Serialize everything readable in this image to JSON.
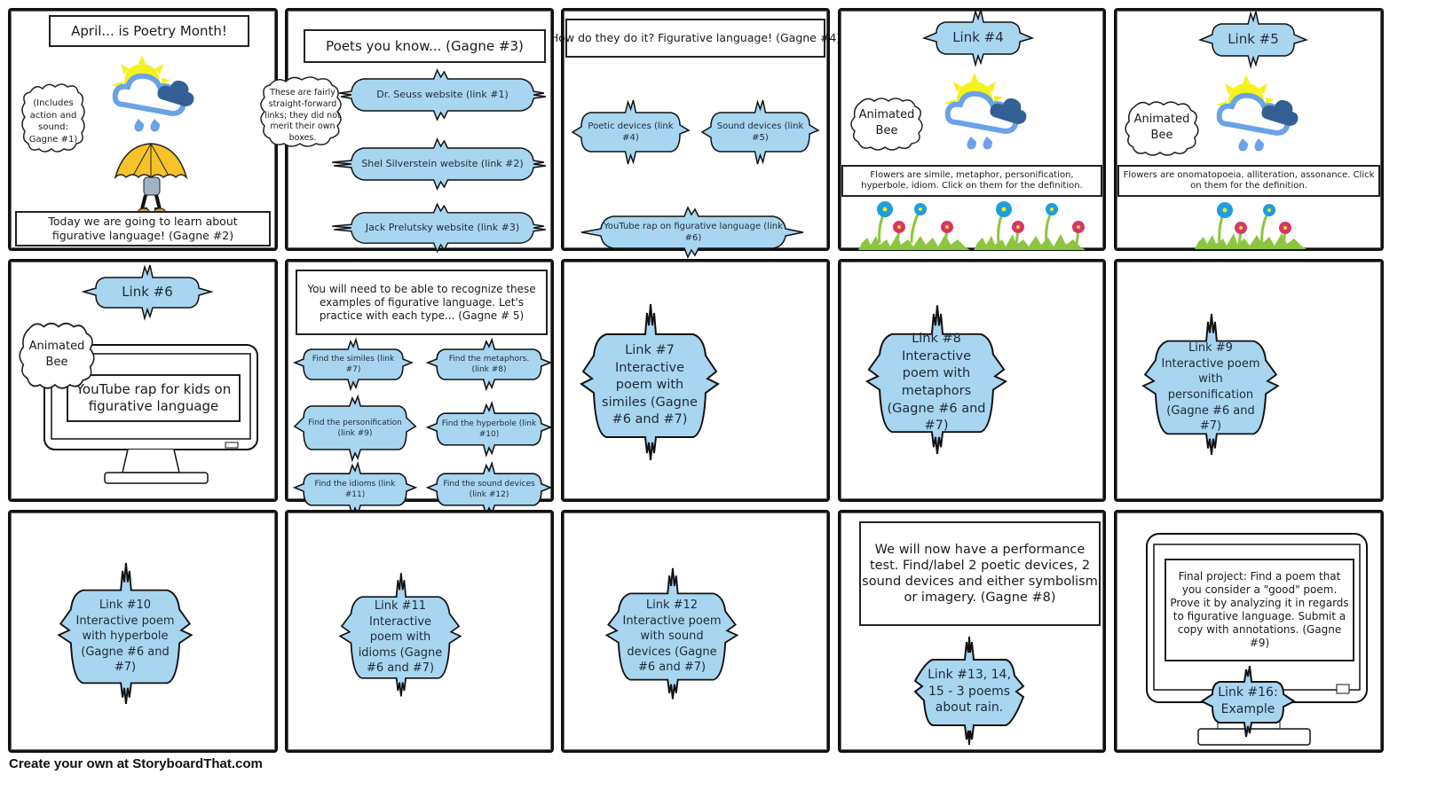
{
  "colors": {
    "burst_fill": "#a8d5f0",
    "burst_stroke": "#111111",
    "sun": "#f4f21a",
    "cloud_light": "#6aa2e8",
    "cloud_dark": "#345f95",
    "umbrella": "#f6c229",
    "flower_blue": "#1c9ee0",
    "flower_pink": "#d8356a",
    "grass": "#8cc63f"
  },
  "panels": [
    {
      "title": "April... is Poetry Month!",
      "thought": "(Includes action and sound: Gagne #1)",
      "caption": "Today we are going to learn about figurative language! (Gagne #2)",
      "illustrations": [
        "weather-icon",
        "umbrella-person-icon"
      ]
    },
    {
      "title": "Poets you know... (Gagne #3)",
      "thought": "These are fairly straight-forward links; they did not merit their own boxes.",
      "links": [
        "Dr. Seuss website (link #1)",
        "Shel Silverstein website (link #2)",
        "Jack Prelutsky website (link #3)"
      ]
    },
    {
      "title": "How do they do it? Figurative language! (Gagne #4)",
      "links": [
        "Poetic devices (link #4)",
        "Sound devices (link #5)",
        "YouTube rap on figurative language (link #6)"
      ]
    },
    {
      "link": "Link #4",
      "thought": "Animated Bee",
      "caption": "Flowers are simile, metaphor, personification, hyperbole, idiom. Click on them for the definition.",
      "illustrations": [
        "weather-icon",
        "flowers-icon"
      ]
    },
    {
      "link": "Link #5",
      "thought": "Animated Bee",
      "caption": "Flowers are onomatopoeia, alliteration, assonance. Click on them for the definition.",
      "illustrations": [
        "weather-icon",
        "flowers-icon"
      ]
    },
    {
      "link": "Link #6",
      "thought": "Animated Bee",
      "screen_text": "YouTube rap for kids on figurative language",
      "illustrations": [
        "monitor-icon"
      ]
    },
    {
      "title": "You will need to be able to recognize these examples of figurative language. Let's practice with each type... (Gagne # 5)",
      "links": [
        "Find the similes (link #7)",
        "Find the metaphors. (link #8)",
        "Find the personification (link #9)",
        "Find the hyperbole (link #10)",
        "Find the idioms (link #11)",
        "Find the sound devices (link #12)"
      ]
    },
    {
      "link": "Link #7 Interactive poem with similes (Gagne #6 and #7)"
    },
    {
      "link": "Link #8 Interactive poem with metaphors (Gagne #6 and #7)"
    },
    {
      "link": "Link #9 Interactive poem with personification (Gagne #6 and #7)"
    },
    {
      "link": "Link #10 Interactive poem with hyperbole (Gagne #6 and #7)"
    },
    {
      "link": "Link #11 Interactive poem with idioms (Gagne #6 and #7)"
    },
    {
      "link": "Link #12 Interactive poem with sound devices (Gagne #6 and #7)"
    },
    {
      "title": "We will now have a performance test. Find/label 2 poetic devices, 2 sound devices and either symbolism or imagery. (Gagne #8)",
      "link": "Link #13, 14, 15 - 3 poems about rain."
    },
    {
      "screen_text": "Final project: Find a poem that you consider a \"good\" poem. Prove it by analyzing it in regards to figurative language. Submit a copy with annotations. (Gagne #9)",
      "link": "Link #16: Example",
      "illustrations": [
        "monitor-icon"
      ]
    }
  ],
  "footer": "Create your own at StoryboardThat.com"
}
